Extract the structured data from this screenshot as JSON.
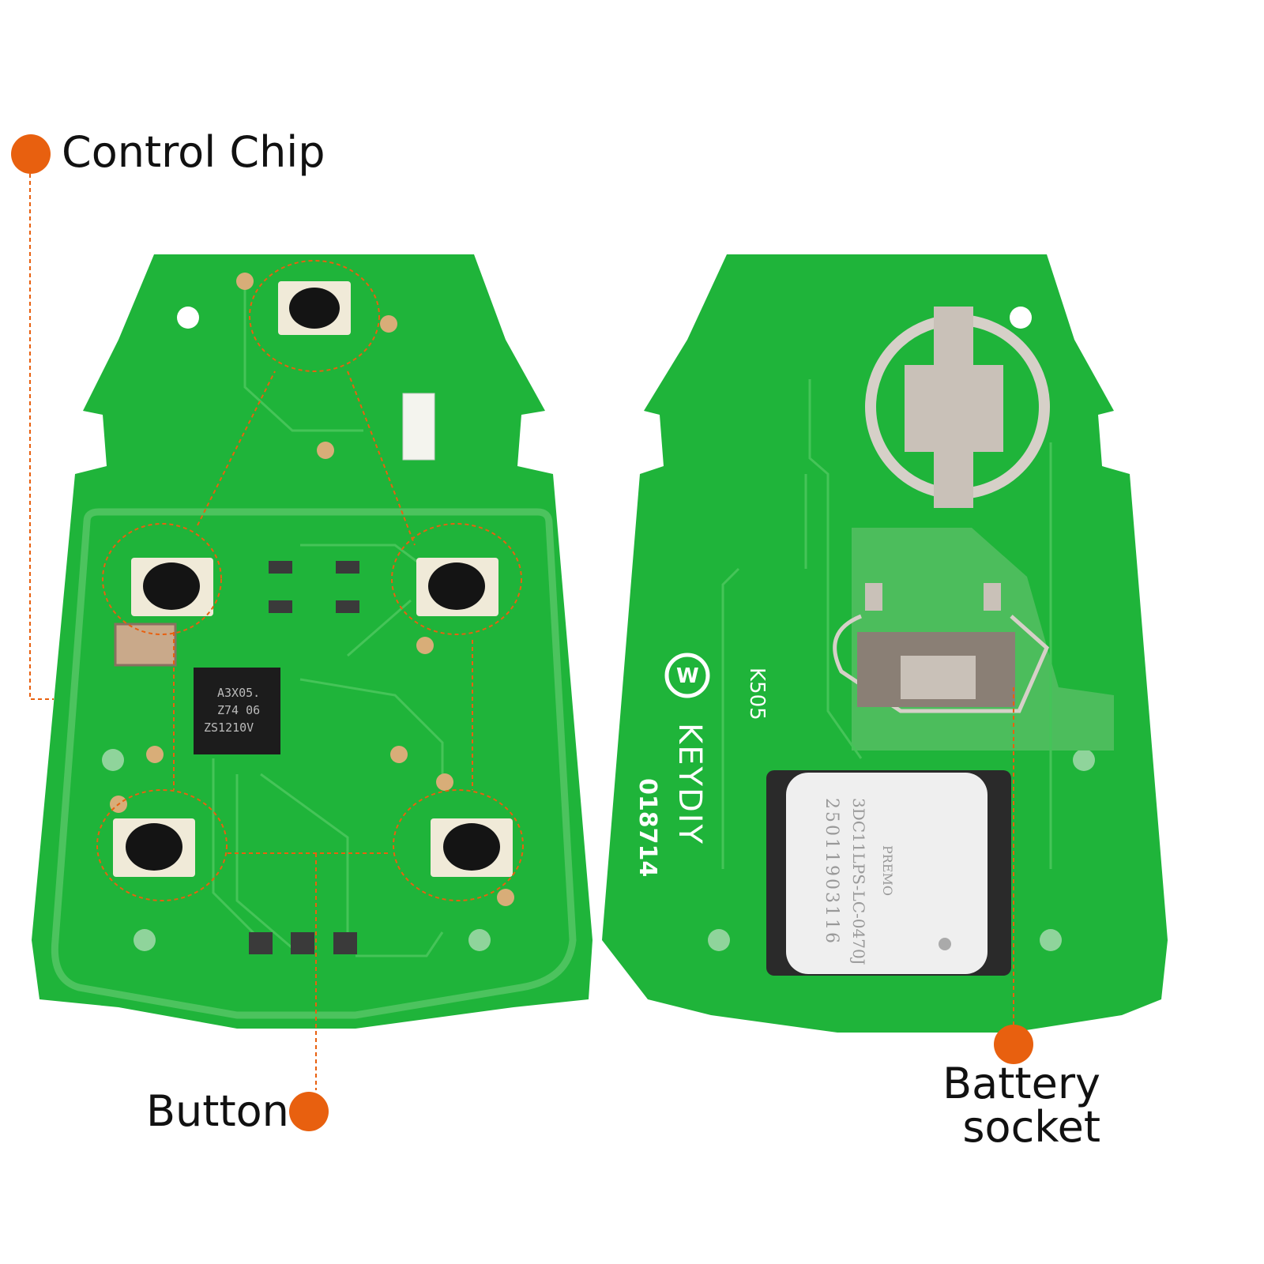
{
  "colors": {
    "accent": "#e8600f",
    "pcb_green": "#1fb43a",
    "trace_green": "#3fc453",
    "button_black": "#141414",
    "pad_gold": "#d8ad78",
    "metal": "#c9c1b8"
  },
  "callouts": {
    "control_chip": "Control Chip",
    "button": "Button",
    "battery_line1": "Battery",
    "battery_line2": "socket"
  },
  "markings": {
    "chip_line1": "A3X05.",
    "chip_line2": "Z74  06",
    "chip_line3": "ZS1210V",
    "board_code": "K505",
    "brand": "KEYDIY",
    "serial": "018714",
    "coil_brand": "PREMO",
    "coil_part": "3DC11LPS-LC-0470J",
    "coil_lot": "25011903116"
  },
  "icons": {
    "callout_marker": "orange-dot",
    "brand_logo": "circled-w-logo",
    "wireless": "wireless-signal-icon"
  }
}
